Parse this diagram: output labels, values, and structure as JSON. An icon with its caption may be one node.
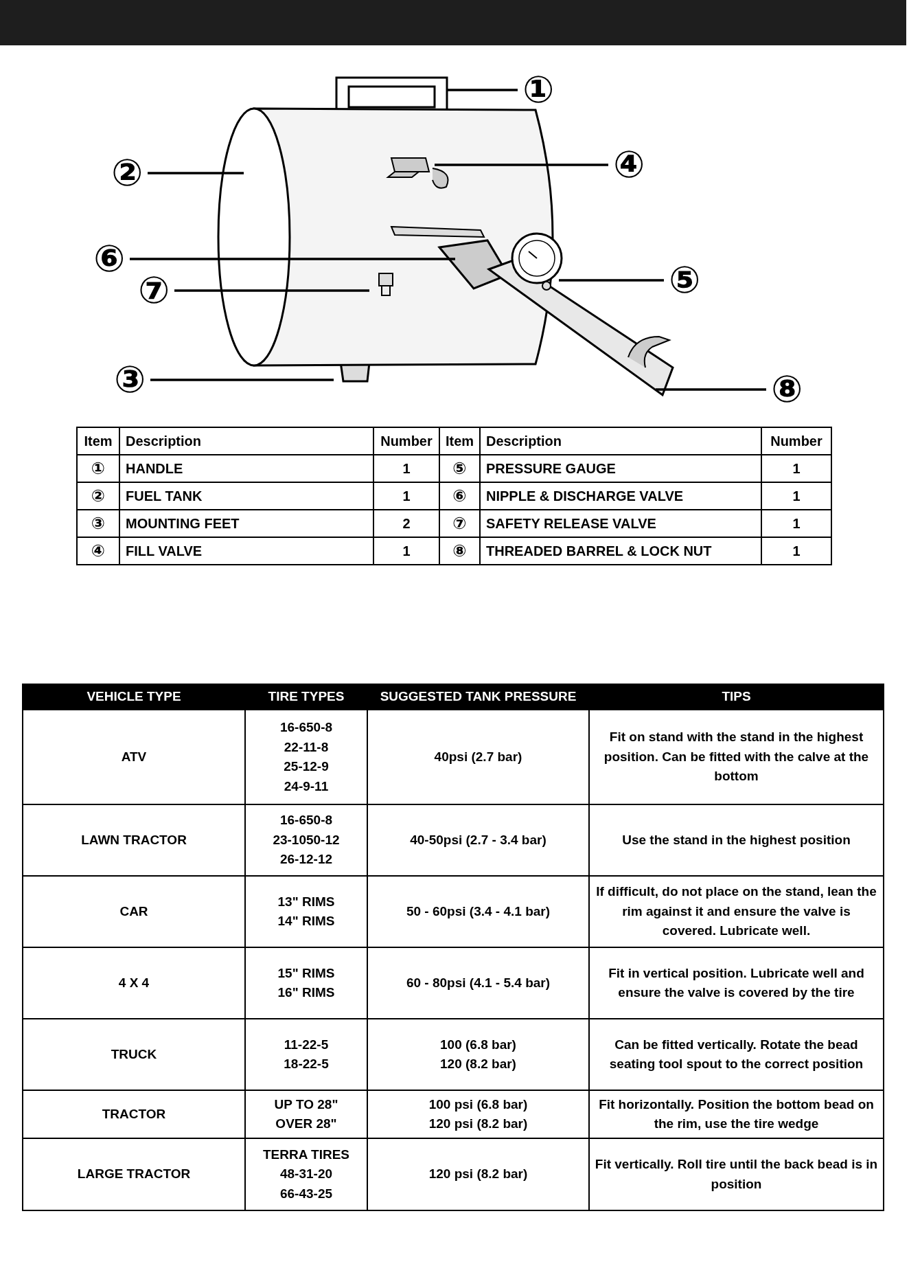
{
  "diagram": {
    "nodes": [
      {
        "text": [
          "①"
        ]
      },
      {
        "text": [
          "②"
        ]
      },
      {
        "text": [
          "④"
        ]
      },
      {
        "text": [
          "⑥"
        ]
      },
      {
        "text": [
          "⑤"
        ]
      },
      {
        "text": [
          "⑦"
        ]
      },
      {
        "text": [
          "③"
        ]
      },
      {
        "text": [
          "⑧"
        ]
      }
    ],
    "edges": [
      {
        "from": 0,
        "to": null,
        "arrow": "none"
      },
      {
        "from": 1,
        "to": null,
        "arrow": "none"
      },
      {
        "from": 2,
        "to": null,
        "arrow": "none"
      },
      {
        "from": 3,
        "to": null,
        "arrow": "none"
      },
      {
        "from": 4,
        "to": null,
        "arrow": "none"
      },
      {
        "from": 5,
        "to": null,
        "arrow": "none"
      },
      {
        "from": 6,
        "to": null,
        "arrow": "none"
      },
      {
        "from": 7,
        "to": null,
        "arrow": "none"
      }
    ],
    "labels": [
      "Item",
      "Description",
      "Number",
      "Item",
      "Description",
      "Number",
      "①",
      "HANDLE",
      "1",
      "⑤",
      "PRESSURE GAUGE",
      "1",
      "②",
      "FUEL TANK",
      "1",
      "⑥",
      "NIPPLE & DISCHARGE VALVE",
      "1",
      "③",
      "MOUNTING FEET",
      "2",
      "⑦",
      "SAFETY RELEASE VALVE",
      "1",
      "④",
      "FILL VALVE",
      "1",
      "⑧",
      "THREADED BARREL & LOCK NUT",
      "1",
      "VEHICLE TYPE",
      "TIRE TYPES",
      "SUGGESTED TANK PRESSURE",
      "TIPS",
      "ATV",
      "16-650-8",
      "22-11-8",
      "25-12-9",
      "24-9-11",
      "40psi (2.7 bar)",
      "Fit on stand with the stand in the highest position. Can be fitted with the calve at the bottom",
      "LAWN TRACTOR",
      "16-650-8",
      "23-1050-12",
      "26-12-12",
      "40-50psi (2.7 - 3.4 bar)",
      "Use the stand in the highest position",
      "CAR",
      "13\" RIMS",
      "14\" RIMS",
      "50 - 60psi (3.4 - 4.1 bar)",
      "If difficult, do not place on the stand, lean the rim against it and ensure the valve is covered. Lubricate well.",
      "4 X 4",
      "15\" RIMS",
      "16\" RIMS",
      "60 - 80psi (4.1 - 5.4 bar)",
      "Fit in vertical position. Lubricate well and ensure the valve is covered by the tire",
      "TRUCK",
      "11-22-5",
      "18-22-5",
      "100 (6.8 bar)",
      "120 (8.2 bar)",
      "Can be fitted vertically. Rotate the bead seating tool spout to the correct position",
      "TRACTOR",
      "UP TO 28\"",
      "OVER 28\"",
      "100 psi (6.8 bar)",
      "120 psi (8.2 bar)",
      "Fit horizontally. Position the bottom bead on the rim, use the tire wedge",
      "LARGE TRACTOR",
      "TERRA TIRES",
      "48-31-20",
      "66-43-25",
      "120 psi (8.2 bar)",
      "Fit vertically. Roll tire until the back bead is in position"
    ]
  }
}
